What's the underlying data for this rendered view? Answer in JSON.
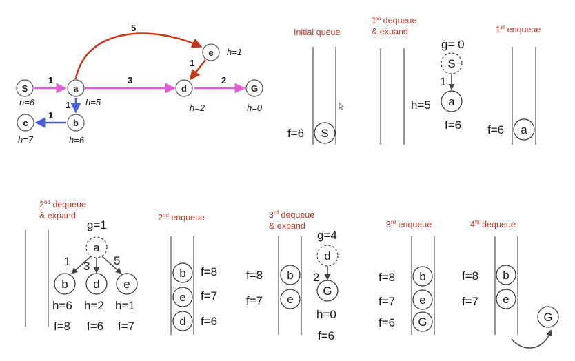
{
  "graph": {
    "nodes": [
      {
        "id": "S",
        "label": "S",
        "h": "h=6"
      },
      {
        "id": "a",
        "label": "a",
        "h": "h=5"
      },
      {
        "id": "b",
        "label": "b",
        "h": "h=6"
      },
      {
        "id": "c",
        "label": "c",
        "h": "h=7"
      },
      {
        "id": "d",
        "label": "d",
        "h": "h=2"
      },
      {
        "id": "e",
        "label": "e",
        "h": "h=1"
      },
      {
        "id": "G",
        "label": "G",
        "h": "h=0"
      }
    ],
    "edges": [
      {
        "from": "S",
        "to": "a",
        "weight": "1",
        "color": "#e05fd0"
      },
      {
        "from": "a",
        "to": "d",
        "weight": "3",
        "color": "#e05fd0"
      },
      {
        "from": "d",
        "to": "G",
        "weight": "2",
        "color": "#e05fd0"
      },
      {
        "from": "a",
        "to": "b",
        "weight": "1",
        "color": "#4a5fd6"
      },
      {
        "from": "b",
        "to": "c",
        "weight": "1",
        "color": "#4a5fd6"
      },
      {
        "from": "a",
        "to": "e",
        "weight": "5",
        "color": "#c0391b"
      },
      {
        "from": "e",
        "to": "d",
        "weight": "1",
        "color": "#c0391b"
      }
    ]
  },
  "panels": {
    "initial_queue": {
      "title": "Initial queue",
      "f": "f=6",
      "node": "S"
    },
    "dequeue1": {
      "ord": "1",
      "sup": "st",
      "title_rest": " dequeue",
      "title_line2": "& expand",
      "g": "g= 0",
      "parent": "S",
      "edge_weight": "1",
      "child": "a",
      "h": "h=5",
      "f": "f=6"
    },
    "enqueue1": {
      "ord": "1",
      "sup": "st",
      "title_rest": " enqueue",
      "f": "f=6",
      "node": "a"
    },
    "dequeue2": {
      "ord": "2",
      "sup": "nd",
      "title_rest": " dequeue",
      "title_line2": "& expand",
      "g": "g=1",
      "parent": "a",
      "children": [
        {
          "label": "b",
          "w": "1",
          "h": "h=6",
          "f": "f=8"
        },
        {
          "label": "d",
          "w": "3",
          "h": "h=2",
          "f": "f=6"
        },
        {
          "label": "e",
          "w": "5",
          "h": "h=1",
          "f": "f=7"
        }
      ]
    },
    "enqueue2": {
      "ord": "2",
      "sup": "nd",
      "title_rest": " enqueue",
      "items": [
        {
          "node": "b",
          "f": "f=8"
        },
        {
          "node": "e",
          "f": "f=7"
        },
        {
          "node": "d",
          "f": "f=6"
        }
      ]
    },
    "dequeue3": {
      "ord": "3",
      "sup": "rd",
      "title_rest": " dequeue",
      "title_line2": "& expand",
      "items": [
        {
          "node": "b",
          "f": "f=8"
        },
        {
          "node": "e",
          "f": "f=7"
        }
      ],
      "g": "g=4",
      "parent": "d",
      "edge_weight": "2",
      "child": "G",
      "h": "h=0",
      "f": "f=6"
    },
    "enqueue3": {
      "ord": "3",
      "sup": "rd",
      "title_rest": " enqueue",
      "items": [
        {
          "node": "b",
          "f": "f=8"
        },
        {
          "node": "e",
          "f": "f=7"
        },
        {
          "node": "G",
          "f": "f=6"
        }
      ]
    },
    "dequeue4": {
      "ord": "4",
      "sup": "th",
      "title_rest": " dequeue",
      "items": [
        {
          "node": "b",
          "f": "f=8"
        },
        {
          "node": "e",
          "f": "f=7"
        }
      ],
      "out": "G"
    }
  },
  "colors": {
    "title": "#c0392b",
    "pink": "#e05fd0",
    "blue": "#4a5fd6",
    "red": "#c0391b",
    "ink": "#1a1a1a"
  }
}
